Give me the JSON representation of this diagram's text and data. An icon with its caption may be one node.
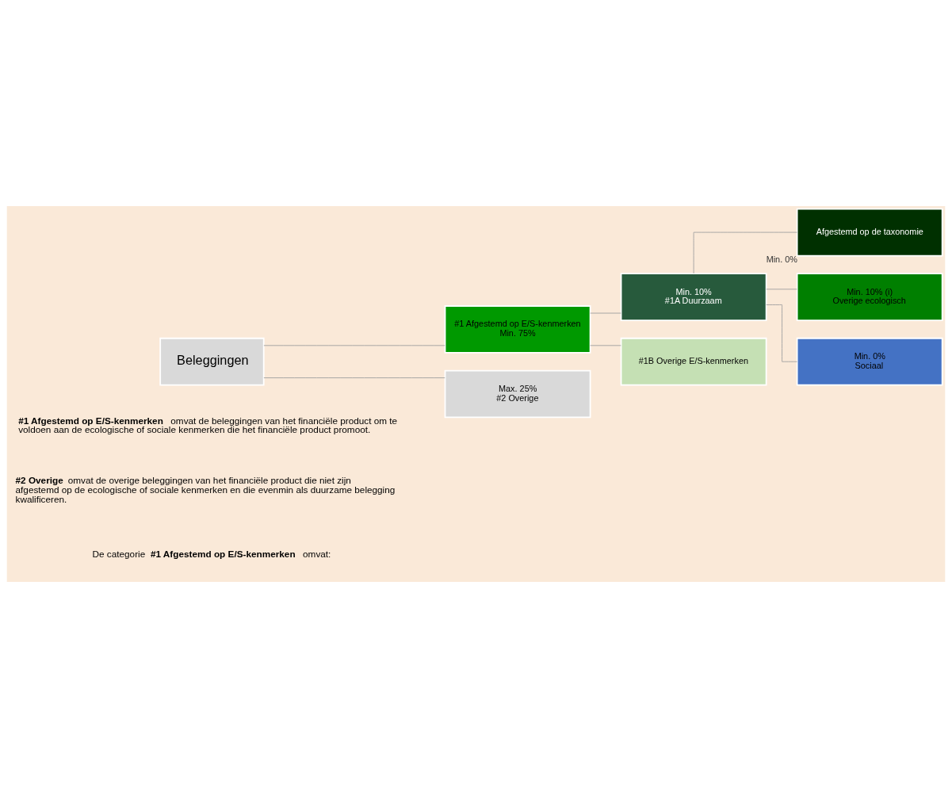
{
  "diagram": {
    "nodes": [
      {
        "text": [
          "Beleggingen"
        ]
      },
      {
        "text": [
          "#1 Afgestemd op E/S-kenmerken",
          "Min. 75%"
        ]
      },
      {
        "text": [
          "Max. 25%",
          "#2 Overige"
        ]
      },
      {
        "text": [
          "Min. 10%",
          "#1A Duurzaam"
        ]
      },
      {
        "text": [
          "#1B Overige E/S-kenmerken"
        ]
      },
      {
        "text": [
          "Afgestemd op de taxonomie"
        ],
        "beside": [
          "Min. 0%"
        ]
      },
      {
        "text": [
          "Min. 10% (i)",
          "Overige ecologisch"
        ]
      },
      {
        "text": [
          "Min. 0%",
          "Sociaal"
        ]
      }
    ],
    "edges": [
      {
        "from": 0,
        "to": 1,
        "arrow": "none"
      },
      {
        "from": 0,
        "to": 2,
        "arrow": "none"
      },
      {
        "from": 1,
        "to": 3,
        "arrow": "none"
      },
      {
        "from": 1,
        "to": 4,
        "arrow": "none"
      },
      {
        "from": 3,
        "to": 5,
        "arrow": "none"
      },
      {
        "from": 3,
        "to": 6,
        "arrow": "none"
      },
      {
        "from": 3,
        "to": 7,
        "arrow": "none"
      }
    ],
    "labels": [
      "**#1 Afgestemd op E/S-kenmerken** omvat de beleggingen van het financiële product om te voldoen aan de ecologische of sociale kenmerken die het financiële product promoot.",
      "**#2 Overige** omvat de overige beleggingen van het financiële product die niet zijn afgestemd op de ecologische of sociale kenmerken en die evenmin als duurzame belegging kwalificeren.",
      "De categorie **#1 Afgestemd op E/S-kenmerken** omvat:"
    ]
  }
}
